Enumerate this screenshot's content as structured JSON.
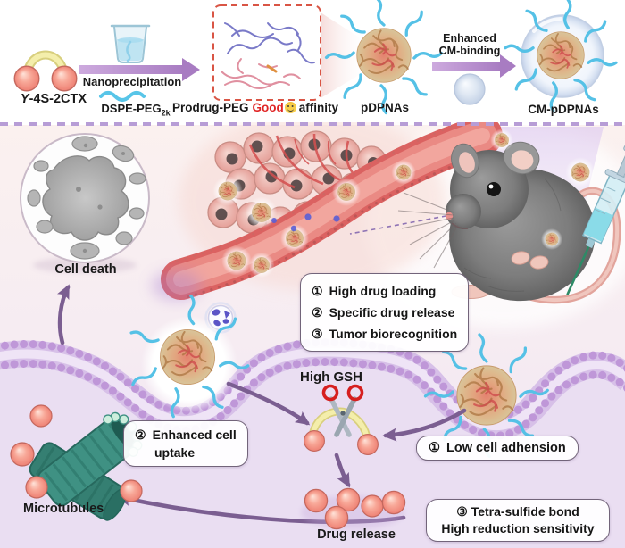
{
  "figure": {
    "kind": "graphical-abstract",
    "topic": "prodrug PEG nanoparticle tumor delivery"
  },
  "top": {
    "molecule_label_y": "Y",
    "molecule_label_rest": "-4S-2CTX",
    "nanoprecipitation_label": "Nanoprecipitation",
    "dspe_label": "DSPE-PEG",
    "dspe_sub": "2k",
    "prodrug_prefix": "Prodrug-PEG",
    "prodrug_good": "Good",
    "prodrug_emoji_icon": "smiley",
    "prodrug_suffix": "affinity",
    "pdpnas_label": "pDPNAs",
    "cm_binding_line1": "Enhanced",
    "cm_binding_line2": "CM-binding",
    "cm_pdpnas_label": "CM-pDPNAs"
  },
  "middle": {
    "cell_death_label": "Cell death",
    "features": [
      {
        "num": "①",
        "text": "High drug loading"
      },
      {
        "num": "②",
        "text": "Specific drug release"
      },
      {
        "num": "③",
        "text": "Tumor biorecognition"
      }
    ]
  },
  "bottom": {
    "uptake_num": "②",
    "uptake_line1": "Enhanced cell",
    "uptake_line2": "uptake",
    "high_gsh_label": "High GSH",
    "adhesion_num": "①",
    "adhesion_text": "Low cell adhension",
    "microtubules_label": "Microtubules",
    "drug_release_label": "Drug release",
    "sulfide_num": "③",
    "sulfide_line1": "Tetra-sulfide bond",
    "sulfide_line2": "High reduction sensitivity"
  },
  "colors": {
    "arrow_purple": "#7b5e91",
    "divider_purple": "#b79dd6",
    "membrane_purple": "#d7c0e8",
    "drug_pink": "#f4968a",
    "peg_cyan": "#55c1e6",
    "nanoparticle_tan": "#ddb489",
    "linker_yellow": "#f2eca6",
    "good_red": "#e02424",
    "microtubule_green": "#3f9183",
    "vessel_red": "#e06a66",
    "cytoplasm_lavender": "#eadef2"
  }
}
